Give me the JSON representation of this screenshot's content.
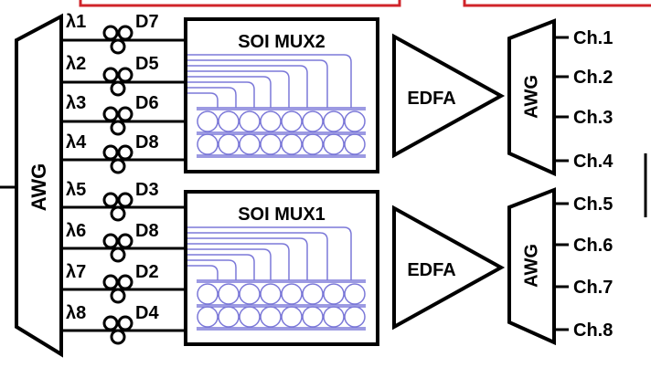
{
  "colors": {
    "stroke": "#000000",
    "waveguide": "#7b78d8",
    "crop_box": "#d0242a",
    "background": "#ffffff"
  },
  "awg_input": {
    "label": "AWG"
  },
  "mux_top": {
    "label": "SOI MUX2"
  },
  "mux_bottom": {
    "label": "SOI MUX1"
  },
  "edfa_top": {
    "label": "EDFA"
  },
  "edfa_bottom": {
    "label": "EDFA"
  },
  "awg_out_top": {
    "label": "AWG"
  },
  "awg_out_bottom": {
    "label": "AWG"
  },
  "lanes": [
    {
      "lambda": "λ1",
      "delay": "D7"
    },
    {
      "lambda": "λ2",
      "delay": "D5"
    },
    {
      "lambda": "λ3",
      "delay": "D6"
    },
    {
      "lambda": "λ4",
      "delay": "D8"
    },
    {
      "lambda": "λ5",
      "delay": "D3"
    },
    {
      "lambda": "λ6",
      "delay": "D8"
    },
    {
      "lambda": "λ7",
      "delay": "D2"
    },
    {
      "lambda": "λ8",
      "delay": "D4"
    }
  ],
  "channels": [
    "Ch.1",
    "Ch.2",
    "Ch.3",
    "Ch.4",
    "Ch.5",
    "Ch.6",
    "Ch.7",
    "Ch.8"
  ]
}
